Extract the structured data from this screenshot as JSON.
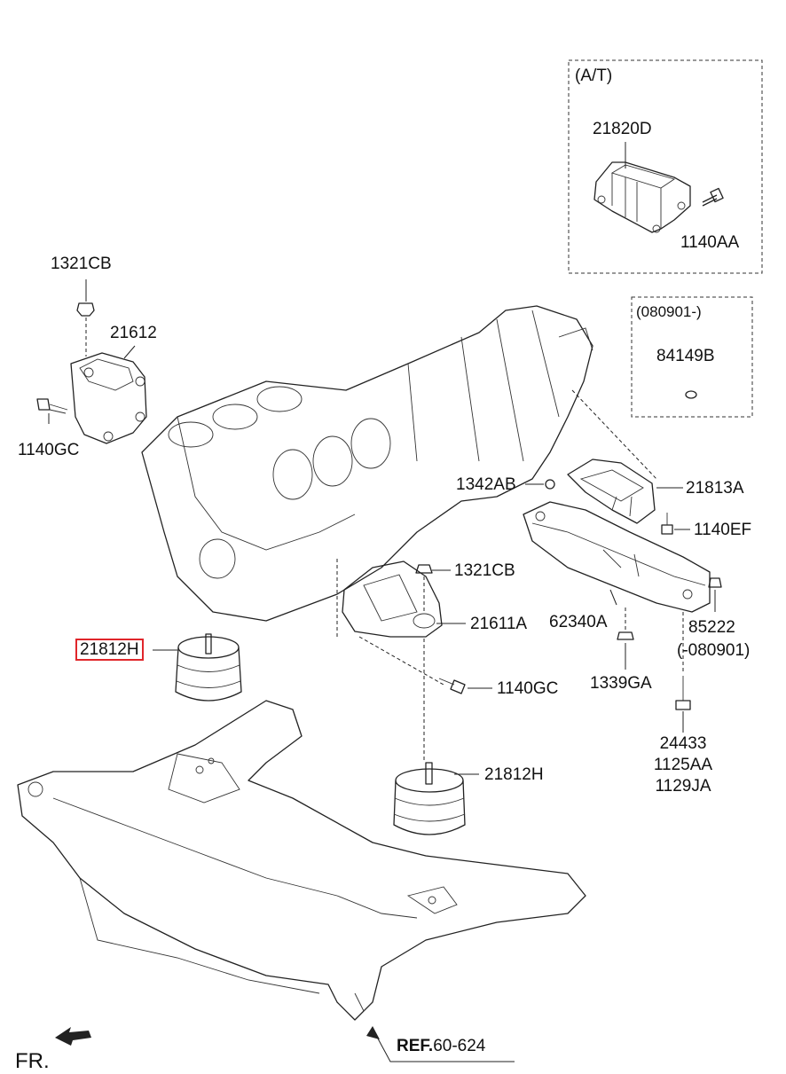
{
  "labels": {
    "at_note": "(A/T)",
    "p21820D": "21820D",
    "p1140AA": "1140AA",
    "note_080901_from": "(080901-)",
    "p84149B": "84149B",
    "p1321CB_top": "1321CB",
    "p21612": "21612",
    "p1140GC_left": "1140GC",
    "p1342AB": "1342AB",
    "p21813A": "21813A",
    "p1140EF": "1140EF",
    "p1321CB_mid": "1321CB",
    "p21611A": "21611A",
    "p62340A": "62340A",
    "p85222": "85222",
    "note_080901_to": "(-080901)",
    "p21812H_highlight": "21812H",
    "p1140GC_mid": "1140GC",
    "p1339GA": "1339GA",
    "p24433": "24433",
    "p1125AA": "1125AA",
    "p1129JA": "1129JA",
    "p21812H_right": "21812H",
    "ref_prefix": "REF.",
    "ref_number": "60-624",
    "fr": "FR."
  },
  "colors": {
    "highlight": "#e0262b",
    "line": "#222222"
  }
}
